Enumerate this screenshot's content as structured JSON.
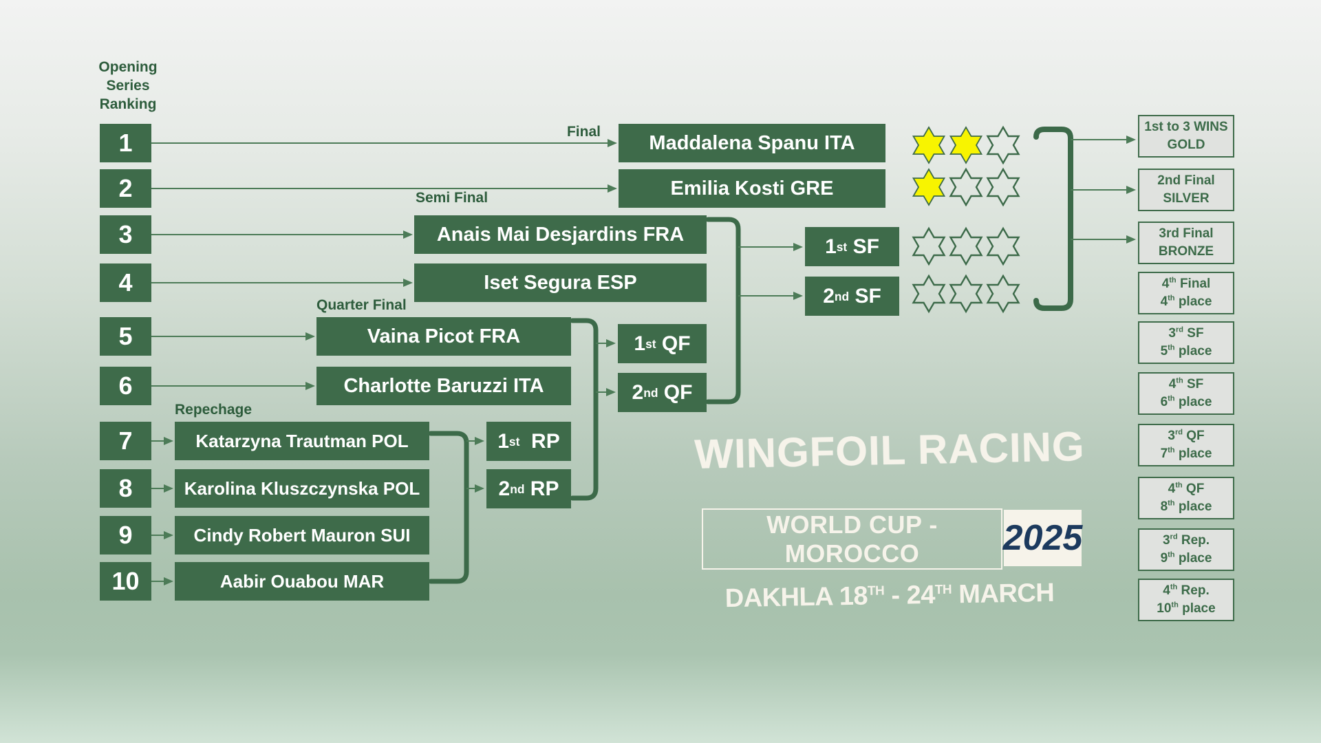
{
  "ranking": {
    "lines": [
      "Opening",
      "Series",
      "Ranking"
    ]
  },
  "ranks": [
    "1",
    "2",
    "3",
    "4",
    "5",
    "6",
    "7",
    "8",
    "9",
    "10"
  ],
  "labels": {
    "final": "Final",
    "semi_final": "Semi Final",
    "quarter_final": "Quarter Final",
    "repechage": "Repechage"
  },
  "athletes": {
    "final": [
      "Maddalena Spanu ITA",
      "Emilia Kosti GRE"
    ],
    "semi_final": [
      "Anais Mai Desjardins FRA",
      "Iset Segura ESP"
    ],
    "quarter_final": [
      "Vaina Picot FRA",
      "Charlotte Baruzzi ITA"
    ],
    "repechage": [
      "Katarzyna Trautman POL",
      "Karolina Kluszczynska POL",
      "Cindy Robert Mauron SUI",
      "Aabir Ouabou MAR"
    ]
  },
  "advance": {
    "sf1": {
      "num": "1",
      "sup": "st",
      "rest": " SF"
    },
    "sf2": {
      "num": "2",
      "sup": "nd",
      "rest": " SF"
    },
    "qf1": {
      "num": "1",
      "sup": "st",
      "rest": " QF"
    },
    "qf2": {
      "num": "2",
      "sup": "nd",
      "rest": " QF"
    },
    "rp1": {
      "num": "1",
      "sup": "st",
      "rest": "  RP"
    },
    "rp2": {
      "num": "2",
      "sup": "nd",
      "rest": " RP"
    }
  },
  "star_rows": [
    {
      "label": "final-1st-wins",
      "stars": [
        "won",
        "won",
        "open"
      ]
    },
    {
      "label": "final-2nd-wins",
      "stars": [
        "won",
        "open",
        "open"
      ]
    },
    {
      "label": "first-sf-wins",
      "stars": [
        "open",
        "open",
        "open"
      ]
    },
    {
      "label": "second-sf-wins",
      "stars": [
        "open",
        "open",
        "open"
      ]
    }
  ],
  "results": [
    {
      "l1": {
        "a": "1st to 3 WINS"
      },
      "l2": {
        "a": "GOLD"
      }
    },
    {
      "l1": {
        "a": "2nd Final"
      },
      "l2": {
        "a": "SILVER"
      }
    },
    {
      "l1": {
        "a": "3rd Final"
      },
      "l2": {
        "a": "BRONZE"
      }
    },
    {
      "l1": {
        "a": "4",
        "sup": "th",
        "b": " Final"
      },
      "l2": {
        "a": "4",
        "sup": "th",
        "b": " place"
      }
    },
    {
      "l1": {
        "a": "3",
        "sup": "rd",
        "b": " SF"
      },
      "l2": {
        "a": "5",
        "sup": "th",
        "b": " place"
      }
    },
    {
      "l1": {
        "a": "4",
        "sup": "th",
        "b": " SF"
      },
      "l2": {
        "a": "6",
        "sup": "th",
        "b": " place"
      }
    },
    {
      "l1": {
        "a": "3",
        "sup": "rd",
        "b": " QF"
      },
      "l2": {
        "a": "7",
        "sup": "th",
        "b": " place"
      }
    },
    {
      "l1": {
        "a": "4",
        "sup": "th",
        "b": " QF"
      },
      "l2": {
        "a": "8",
        "sup": "th",
        "b": " place"
      }
    },
    {
      "l1": {
        "a": "3",
        "sup": "rd",
        "b": " Rep."
      },
      "l2": {
        "a": "9",
        "sup": "th",
        "b": " place"
      }
    },
    {
      "l1": {
        "a": "4",
        "sup": "th",
        "b": " Rep."
      },
      "l2": {
        "a": "10",
        "sup": "th",
        "b": " place"
      }
    }
  ],
  "logo": {
    "line1": "WINGFOIL RACING",
    "line2": "WORLD CUP - MOROCCO",
    "year": "2025",
    "dates": {
      "a": "DAKHLA 18",
      "asup": "TH",
      "b": " - 24",
      "bsup": "TH",
      "c": " MARCH"
    }
  },
  "colors": {
    "box_green": "#3e6b4a",
    "bracket_green": "#3c6a49",
    "line_green": "#4c7b57",
    "label_green": "#2d5c3c",
    "star_yellow": "#f8f400",
    "star_outline": "#3c6a49",
    "result_fill": "#e0e2df",
    "result_border": "#3e6b4a",
    "result_text": "#3c6b49",
    "logo_white": "#f6f3ea",
    "year_navy": "#1c3a5e"
  }
}
